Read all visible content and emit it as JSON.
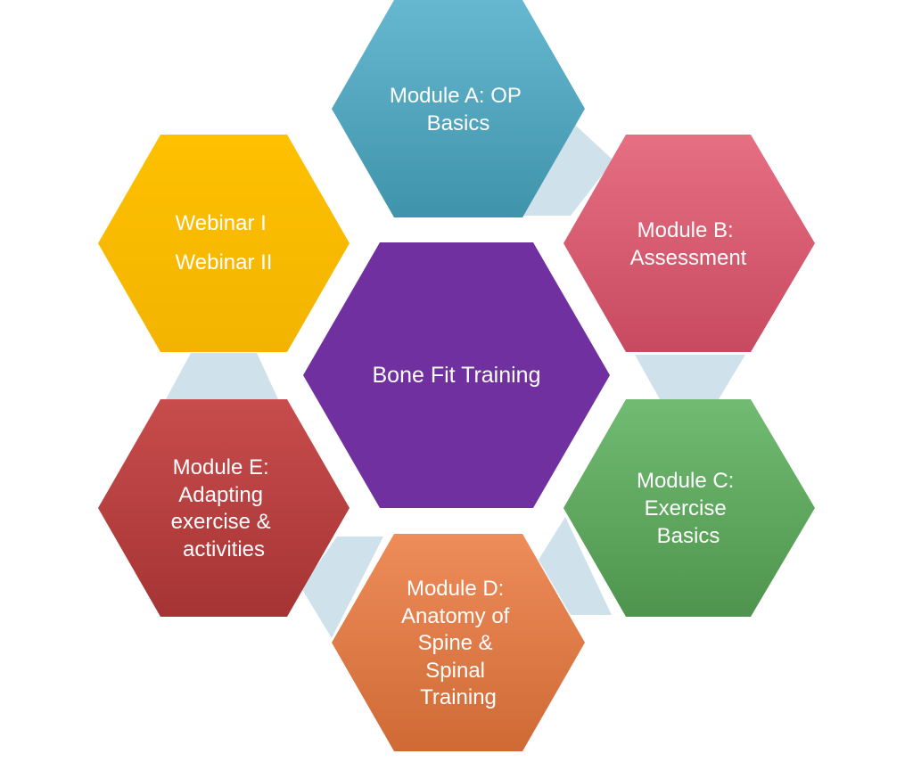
{
  "diagram": {
    "center": {
      "label": "Bone Fit Training",
      "color": "#7030A0"
    },
    "modules": [
      {
        "id": "module-a",
        "lines": [
          "Module A: OP",
          "Basics"
        ],
        "color_top": "#66B8D0",
        "color_bottom": "#3F93AB"
      },
      {
        "id": "module-b",
        "lines": [
          "Module B:",
          "Assessment"
        ],
        "color_top": "#E66F82",
        "color_bottom": "#C84A60"
      },
      {
        "id": "module-c",
        "lines": [
          "Module C:",
          "Exercise",
          "Basics"
        ],
        "color_top": "#72BB72",
        "color_bottom": "#4E944E"
      },
      {
        "id": "module-d",
        "lines": [
          "Module D:",
          "Anatomy of",
          "Spine &",
          "Spinal",
          "Training"
        ],
        "color_top": "#EE8C5A",
        "color_bottom": "#CF6A35"
      },
      {
        "id": "module-e",
        "lines": [
          "Module E:",
          "Adapting",
          "exercise &",
          "activities"
        ],
        "color_top": "#C84C4C",
        "color_bottom": "#A63434"
      },
      {
        "id": "webinars",
        "lines": [
          "Webinar I",
          "Webinar II"
        ],
        "color_top": "#FFC000",
        "color_bottom": "#F2B400"
      }
    ],
    "connector_color": "#CFE2EC"
  }
}
